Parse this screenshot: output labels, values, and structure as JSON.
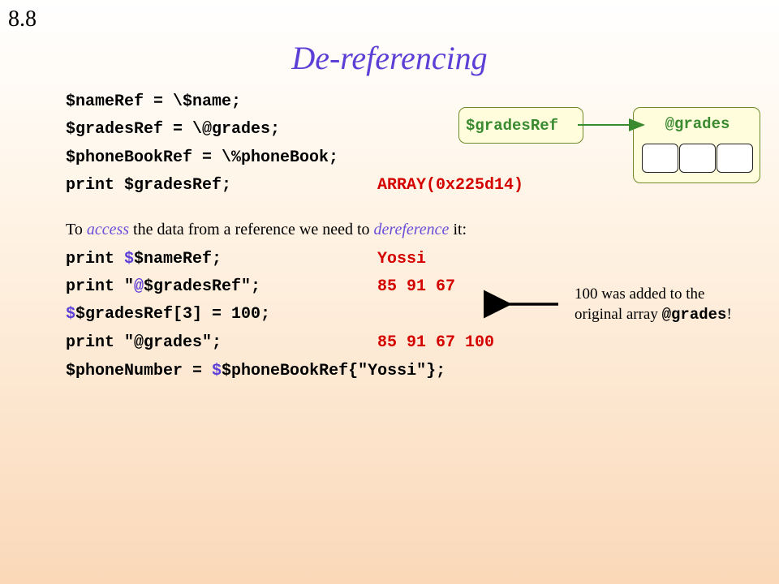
{
  "slide_number": "8.8",
  "title": "De-referencing",
  "code_top": [
    {
      "code": "$nameRef = \\$name;"
    },
    {
      "code": "$gradesRef = \\@grades;"
    },
    {
      "code": "$phoneBookRef = \\%phoneBook;"
    },
    {
      "code": "print $gradesRef;",
      "output": "ARRAY(0x225d14)"
    }
  ],
  "explanation": {
    "part1": "To ",
    "access": "access",
    "part2": " the data from a reference we need to ",
    "dereference": "dereference",
    "part3": " it:"
  },
  "code_bottom": [
    {
      "pre": "print ",
      "sigil": "$",
      "post": "$nameRef;",
      "output": "Yossi"
    },
    {
      "pre": "print \"",
      "sigil": "@",
      "post": "$gradesRef\";",
      "output": "85 91 67"
    },
    {
      "pre": "",
      "sigil": "$",
      "post": "$gradesRef[3] = 100;",
      "output": ""
    },
    {
      "pre": "print \"@grades\";",
      "sigil": "",
      "post": "",
      "output": "85 91 67 100"
    },
    {
      "pre": "$phoneNumber = ",
      "sigil": "$",
      "post": "$phoneBookRef{\"Yossi\"};",
      "output": ""
    }
  ],
  "diagram": {
    "ref_label": "$gradesRef",
    "array_label": "@grades",
    "cell_count": 3
  },
  "note": {
    "line1": "100 was added to the",
    "line2_text": "original array ",
    "line2_code": "@grades",
    "line2_end": "!"
  },
  "colors": {
    "title": "#5c3fd6",
    "output": "#d40000",
    "diagram_text": "#3a8a30",
    "diagram_fill": "#fffddc"
  }
}
